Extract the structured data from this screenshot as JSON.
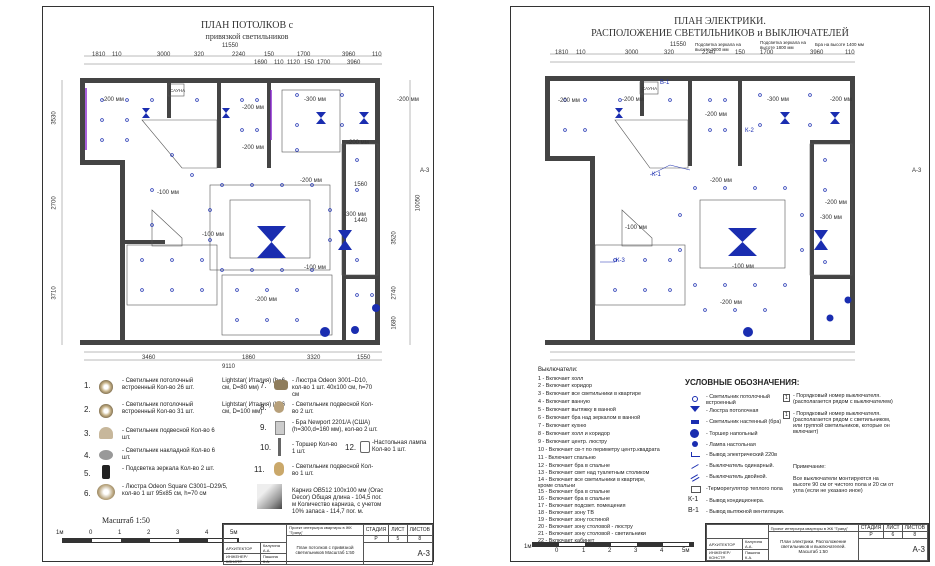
{
  "left": {
    "title_line1": "ПЛАН  ПОТОЛКОВ с",
    "title_line2": "привязкой светильников",
    "top_dims": [
      "11550",
      "1810",
      "110",
      "3000",
      "320",
      "2240",
      "150",
      "1700",
      "3960",
      "110"
    ],
    "sub_dims": [
      "1690",
      "110",
      "1120",
      "150",
      "1700",
      "3960"
    ],
    "side_dims_left": [
      "3530",
      "2700",
      "3710"
    ],
    "side_dims_right": [
      "10050",
      "1560",
      "1440",
      "3520",
      "2740",
      "1680"
    ],
    "bottom_dims": [
      "3460",
      "1860",
      "3320",
      "1550",
      "9110"
    ],
    "room_labels": [
      "-200 мм",
      "-200 мм",
      "-200 мм",
      "-300 мм",
      "-200 мм",
      "-200 мм",
      "-100 мм",
      "-100 мм",
      "-200 мм",
      "-300 мм",
      "-200 мм"
    ],
    "center_label": "-100 мм",
    "sauna": "САУНА",
    "sheet_code": "А-3",
    "legend": [
      {
        "n": "1.",
        "t": "- Светильник потолочный встроенный Кол-во 26 шт.",
        "b": "Lightstar( Италия) (h=6 см, D=80 мм)"
      },
      {
        "n": "2.",
        "t": "- Светильник потолочный встроенный Кол-во 31 шт.",
        "b": "Lightstar( Италия) (h=6 см, D=100 мм)"
      },
      {
        "n": "3.",
        "t": "- Светильник подвесной Кол-во 6 шт.",
        "b": ""
      },
      {
        "n": "4.",
        "t": "- Светильник накладной Кол-во 6 шт.",
        "b": ""
      },
      {
        "n": "5.",
        "t": "- Подсветка зеркала Кол-во 2 шт.",
        "b": ""
      },
      {
        "n": "6.",
        "t": "- Люстра  Odeon Square C3001–D29/5, кол-во 1 шт 95х85 см, h=70 см",
        "b": ""
      }
    ],
    "legend2": [
      {
        "n": "7.",
        "t": "- Люстра Odeon 3001–D10, кол-во 1 шт. 40х100 см, h=70 см"
      },
      {
        "n": "8.",
        "t": "- Светильник подвесной Кол-во 2 шт."
      },
      {
        "n": "9.",
        "t": "- Бра Newport 2201/A (США) (h=300,d=160 мм), кол-во 2 шт."
      },
      {
        "n": "10.",
        "t": "- Торшер Кол-во 1 шт."
      },
      {
        "n": "12.",
        "t": "-Настольная лампа Кол-во 1 шт."
      },
      {
        "n": "11.",
        "t": "- Светильник подвесной Кол-во 1 шт."
      }
    ],
    "karniz": "Карниз ОВ512 100х100 мм (Orac Decor) Общая длина - 104,5 пог. м Количество карниза, с учетом 10% запаса - 114,7 пог. м.",
    "scale_label": "Масштаб 1:50",
    "scale_ticks": [
      "1м",
      "0",
      "1",
      "2",
      "3",
      "4",
      "5м"
    ],
    "stamp": {
      "project": "Проект интерьера квартиры в ЖК \"Гранд\"",
      "sheet_title": "План  потолков с привязкой светильников Масштаб 1:50",
      "role1": "АРХИТЕКТОР",
      "name1": "Калугина А.А.",
      "role2": "ИНЖЕНЕР/КОНСТР.",
      "name2": "Пашина К.А.",
      "stage_h": "СТАДИЯ",
      "sheet_h": "ЛИСТ",
      "sheets_h": "ЛИСТОВ",
      "stage": "Р",
      "sheet": "5",
      "sheets": "8"
    }
  },
  "right": {
    "title_line1": "ПЛАН  ЭЛЕКТРИКИ.",
    "title_line2": "РАСПОЛОЖЕНИЕ СВЕТИЛЬНИКОВ и ВЫКЛЮЧАТЕЛЕЙ",
    "notes_top": [
      "Подсветка зеркала на высоте 2000 мм",
      "Подсветка зеркала на высоте 1800 мм",
      "Бра на высоте 1400 мм"
    ],
    "top_dims": [
      "11550",
      "1810",
      "110",
      "3000",
      "320",
      "2240",
      "150",
      "1700",
      "3960",
      "110"
    ],
    "k_labels": [
      "К-1",
      "К-2",
      "К-3",
      "В-1"
    ],
    "switch_header": "Выключатели:",
    "switches": [
      "1 - Включает холл",
      "2 - Включает коридор",
      "3 - Включает все светильники в квартире",
      "4 - Включает ванную",
      "5 - Включает вытяжку в ванной",
      "6 - Включает бра над зеркалом в ванной",
      "7 - Включает кухню",
      "8 - Включает холл и коридор",
      "9 - Включает центр. люстру",
      "10 - Включает св-т по периметру центр.квадрата",
      "11 - Включает спальню",
      "12 - Включает бра в спальне",
      "13 - Включает свет над туалетным столиком",
      "14 - Включает все светильники в квартире, кроме спальни",
      "15 - Включает бра в спальне",
      "16 - Включает бра в спальне",
      "17 - Включает подсвет. помещения",
      "18 - Включает зону ТВ",
      "19 - Включает зону гостиной",
      "20 - Включает зону столовой - люстру",
      "21 - Включает зону столовой - светильники",
      "22 - Включает кабинет"
    ],
    "legend_header": "УСЛОВНЫЕ  ОБОЗНАЧЕНИЯ:",
    "legend": [
      "- Светильник потолочный встроенный",
      "- Люстра потолочная",
      "- Светильник настенный (бра)",
      "- Торшер напольный",
      "- Лампа настольная",
      "- Вывод электрический 220в",
      "- Выключатель одинарный.",
      "- Выключатель двойной.",
      "-Терморегулятор теплого пола",
      "- Вывод кондиционера.",
      "- Вывод вытяжной вентиляции."
    ],
    "legend_code": [
      "К-1",
      "В-1"
    ],
    "legend_right": [
      "- Порядковый номер выключателя. (располагается рядом с выключателем)",
      "- Порядковый номер выключателя. (располагается рядом с светильником, или группой светильников, которые он включает)"
    ],
    "remark_h": "Примечание:",
    "remark": "Все выключатели монтируются на высоте 90 см от чистого пола и 20 см от угла (если не указано иное)",
    "center_label": "-100 мм",
    "room_labels": [
      "-200 мм",
      "-200 мм",
      "-200 мм",
      "-300 мм",
      "-200 мм",
      "-200 мм",
      "-100 мм",
      "-200 мм",
      "-300 мм",
      "-200 мм"
    ],
    "sheet_code": "А-3",
    "scale_label": "Масштаб 1:50",
    "scale_ticks": [
      "1м",
      "0",
      "1",
      "2",
      "3",
      "4",
      "5м"
    ],
    "stamp": {
      "project": "Проект интерьера квартиры в ЖК \"Гранд\"",
      "sheet_title": "План  электрики. Расположение светильников и выключателей. Масштаб 1:50",
      "role1": "АРХИТЕКТОР",
      "name1": "Калугина А.А.",
      "role2": "ИНЖЕНЕР/КОНСТР.",
      "name2": "Пашина К.А.",
      "stage_h": "СТАДИЯ",
      "sheet_h": "ЛИСТ",
      "sheets_h": "ЛИСТОВ",
      "stage": "Р",
      "sheet": "6",
      "sheets": "8"
    }
  },
  "colors": {
    "accent": "#1a2db0",
    "wall": "#444444",
    "frame": "#333333",
    "line": "#777777"
  }
}
